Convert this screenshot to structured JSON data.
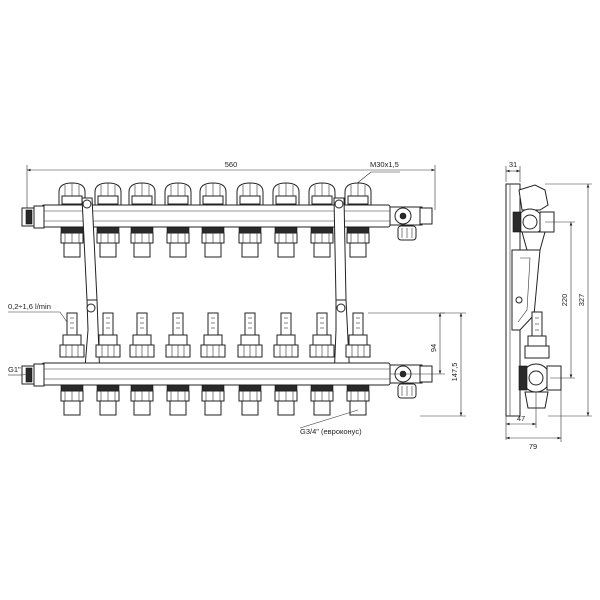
{
  "dimensions": {
    "overall_width": "560",
    "thread_top": "M30x1,5",
    "flow_range": "0,2÷1,6 l/min",
    "inlet_thread": "G1\"",
    "outlet_thread": "G3/4\" (евроконус)",
    "dim_94": "94",
    "dim_147": "147,5",
    "side_top": "31",
    "side_220": "220",
    "side_327": "327",
    "side_47": "47",
    "side_79": "79"
  }
}
